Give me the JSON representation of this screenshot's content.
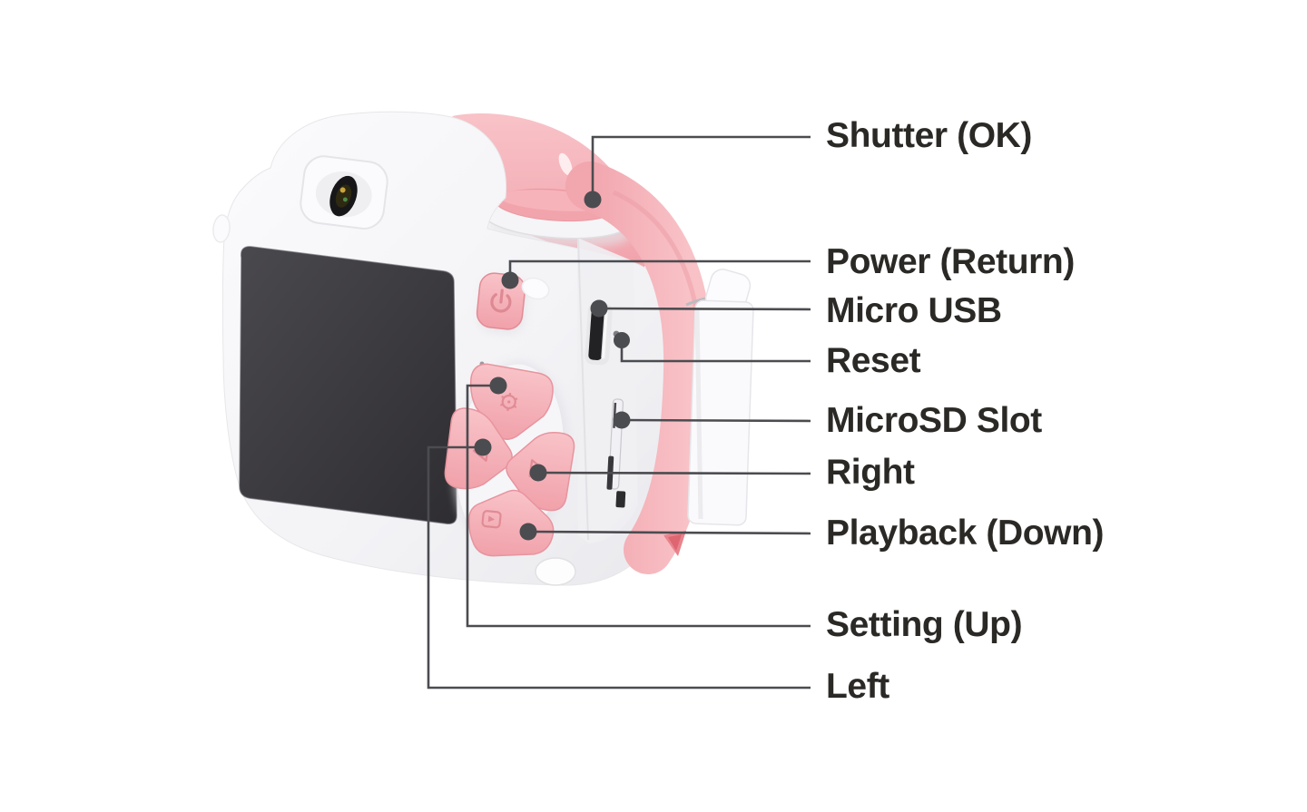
{
  "figure": {
    "background": "#ffffff",
    "line_color": "#4b4c50",
    "text_color": "#2b2926",
    "camera": {
      "body_color": "#f6f6f8",
      "accent_pink": "#f4aab2",
      "screen_color": "#3d3c40",
      "icons": {
        "power_icon": "power symbol on power button",
        "gear_icon": "settings mark on up button",
        "triangle_left_icon": "left arrow mark",
        "triangle_right_icon": "right arrow mark",
        "playback_icon": "framed play mark on down button"
      }
    },
    "callouts": [
      {
        "id": "shutter",
        "label": "Shutter (OK)"
      },
      {
        "id": "power",
        "label": "Power (Return)"
      },
      {
        "id": "micro-usb",
        "label": "Micro USB"
      },
      {
        "id": "reset",
        "label": "Reset"
      },
      {
        "id": "microsd-slot",
        "label": "MicroSD Slot"
      },
      {
        "id": "right",
        "label": "Right"
      },
      {
        "id": "playback",
        "label": "Playback (Down)"
      },
      {
        "id": "setting",
        "label": "Setting (Up)"
      },
      {
        "id": "left",
        "label": "Left"
      }
    ]
  }
}
